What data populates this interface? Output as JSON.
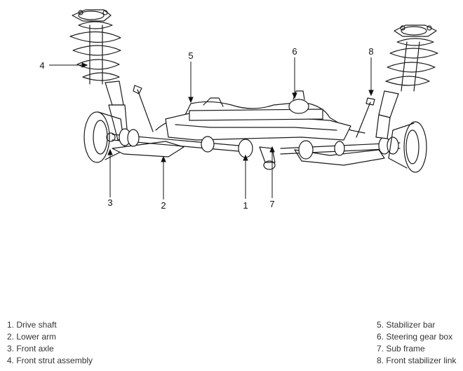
{
  "diagram": {
    "callouts": [
      "1",
      "2",
      "3",
      "4",
      "5",
      "6",
      "7",
      "8"
    ]
  },
  "legend": {
    "left": [
      "1. Drive shaft",
      "2. Lower arm",
      "3. Front axle",
      "4. Front strut assembly"
    ],
    "right": [
      "5. Stabilizer bar",
      "6. Steering gear box",
      "7. Sub frame",
      "8. Front stabilizer link"
    ]
  },
  "colors": {
    "line": "#111111",
    "background": "#ffffff"
  }
}
